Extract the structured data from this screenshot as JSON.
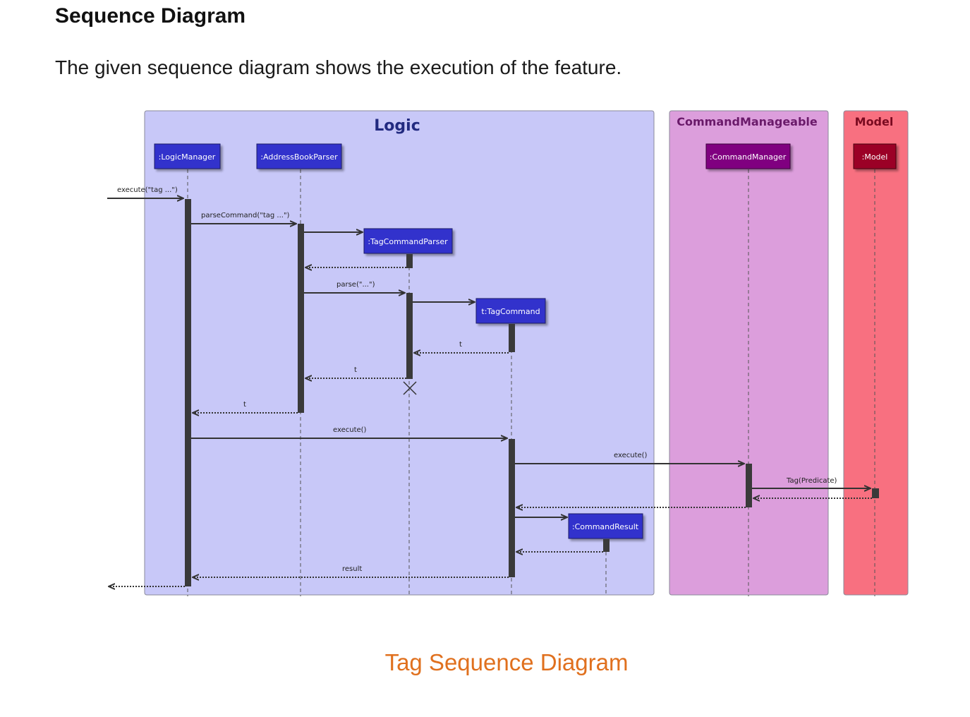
{
  "section": {
    "heading": "Sequence Diagram",
    "intro": "The given sequence diagram shows the execution of the feature."
  },
  "diagram": {
    "packages": {
      "logic": "Logic",
      "command_manageable": "CommandManageable",
      "model": "Model"
    },
    "participants": {
      "logic_manager": ":LogicManager",
      "address_book_parser": ":AddressBookParser",
      "tag_command_parser": ":TagCommandParser",
      "tag_command": "t:TagCommand",
      "command_result": ":CommandResult",
      "command_manager": ":CommandManager",
      "model": ":Model"
    },
    "messages": {
      "execute_tag": "execute(\"tag ...\")",
      "parse_command": "parseCommand(\"tag ...\")",
      "parse": "parse(\"...\")",
      "return_t_1": "t",
      "return_t_2": "t",
      "return_t_3": "t",
      "execute_1": "execute()",
      "execute_2": "execute()",
      "tag_predicate": "Tag(Predicate)",
      "result": "result"
    },
    "colors": {
      "logic_bg": "#c8c8f8",
      "command_manageable_bg": "#dc9edc",
      "model_bg": "#f87080",
      "participant_blue": "#3333cc",
      "participant_purple": "#800080",
      "participant_red": "#9b0028",
      "lines": "#333333"
    }
  },
  "caption": "Tag Sequence Diagram"
}
